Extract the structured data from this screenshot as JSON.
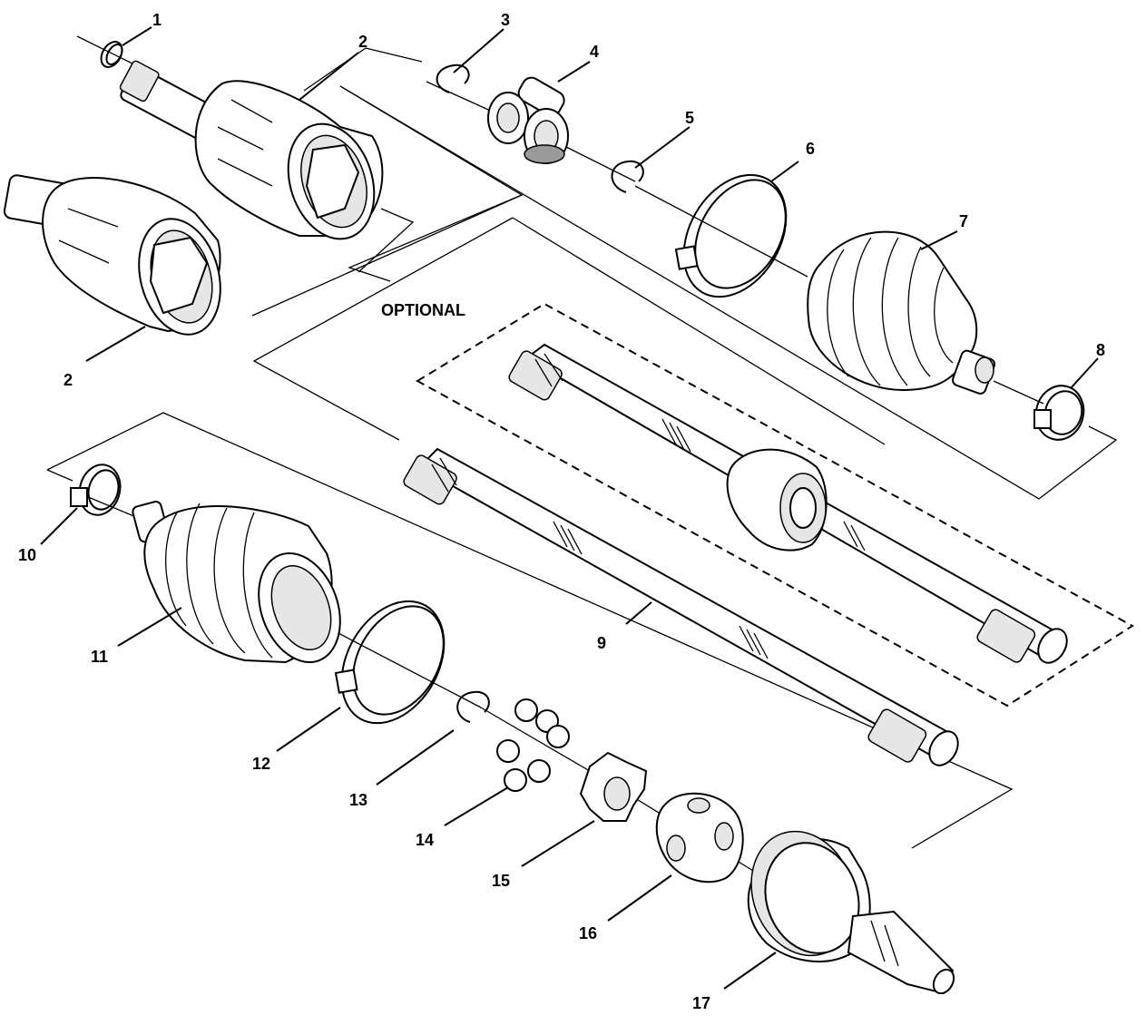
{
  "callouts": {
    "c1": "1",
    "c2a": "2",
    "c2b": "2",
    "c3": "3",
    "c4": "4",
    "c5": "5",
    "c6": "6",
    "c7": "7",
    "c8": "8",
    "c9": "9",
    "c10": "10",
    "c11": "11",
    "c12": "12",
    "c13": "13",
    "c14": "14",
    "c15": "15",
    "c16": "16",
    "c17": "17"
  },
  "optional_label": "OPTIONAL"
}
